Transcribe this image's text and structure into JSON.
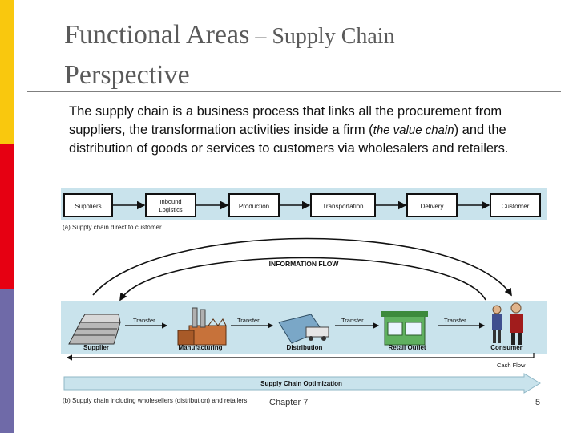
{
  "slide": {
    "title_part1": "Functional Areas",
    "title_dash": " – ",
    "title_part2": "Supply Chain",
    "title_part3": "Perspective",
    "body_before_italic": "The supply chain is a business process that links all the procurement from suppliers, the transformation activities inside a firm (",
    "body_italic": "the value chain",
    "body_after_italic": ") and the distribution of goods or services to customers via wholesalers and retailers.",
    "footer_center": "Chapter 7",
    "page_number": "5",
    "stripe_colors": [
      "#f9c80e",
      "#e60012",
      "#6f6aa8"
    ]
  },
  "diagram_a": {
    "boxes": [
      "Suppliers",
      "Inbound\nLogistics",
      "Production",
      "Transportation",
      "Delivery",
      "Customer"
    ],
    "caption": "(a) Supply chain direct to customer"
  },
  "diagram_b": {
    "info_flow": "INFORMATION FLOW",
    "nodes": [
      "Supplier",
      "Manufacturing",
      "Distribution",
      "Retail Outlet",
      "Consumer"
    ],
    "transfer_label": "Transfer",
    "cash_flow": "Cash Flow",
    "optimization": "Supply Chain Optimization",
    "caption": "(b) Supply chain including wholesellers (distribution) and retailers"
  }
}
